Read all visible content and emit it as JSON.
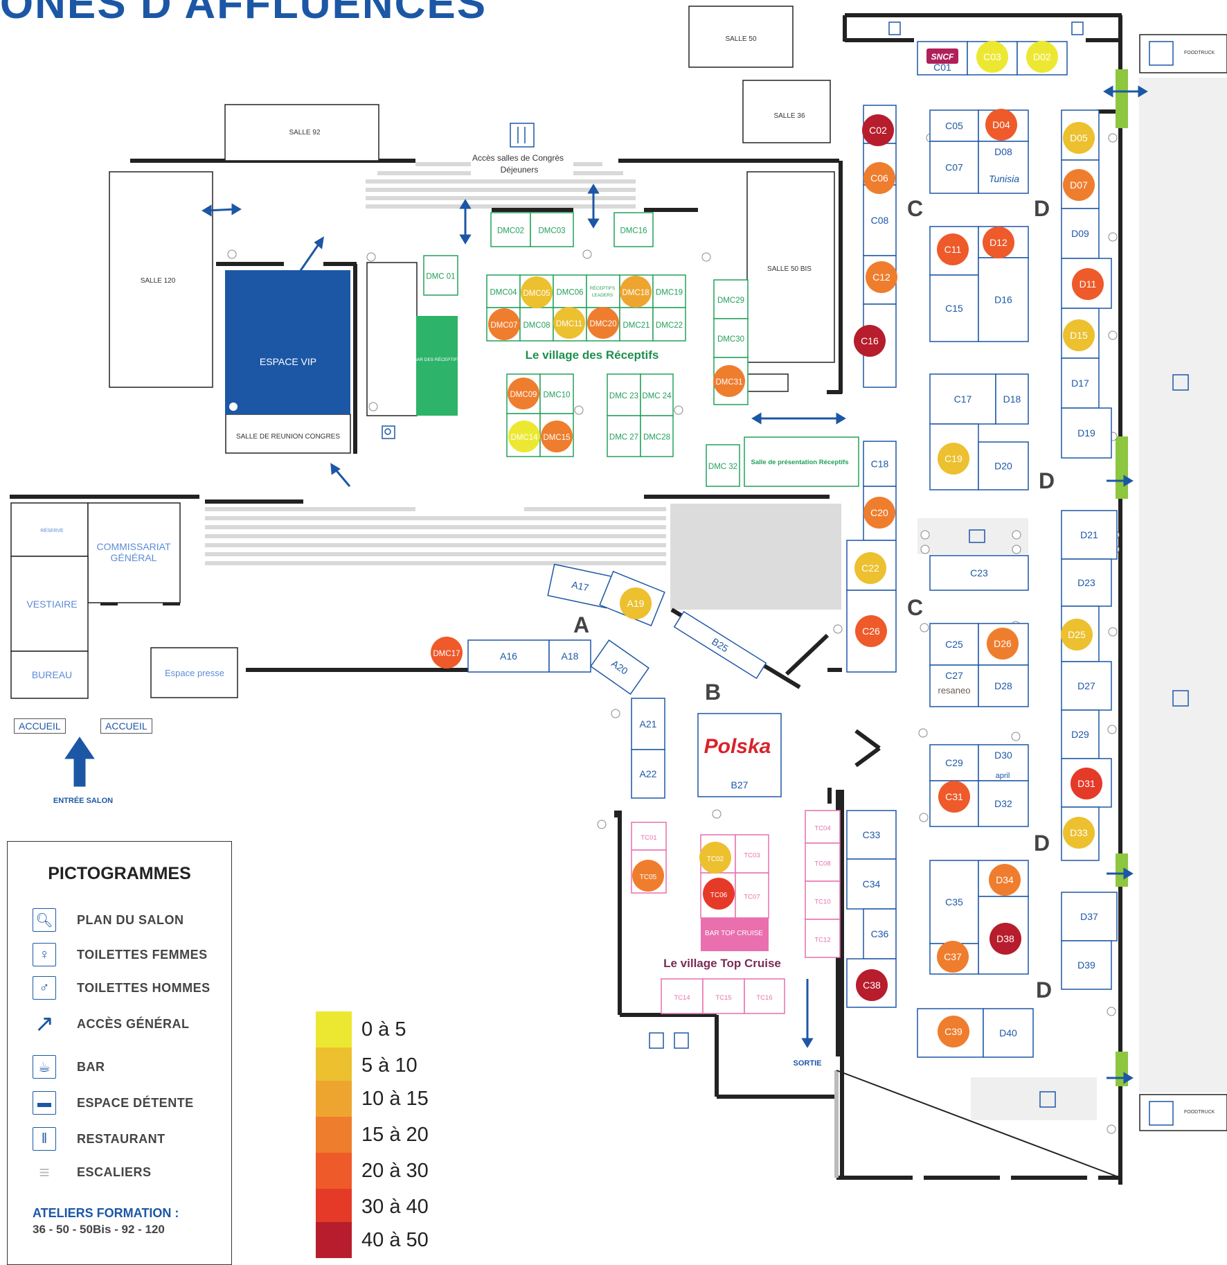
{
  "header": {
    "title": "ZONES D'AFFLUENCES"
  },
  "rooms": {
    "salle50": "SALLE 50",
    "salle36": "SALLE 36",
    "salle92": "SALLE 92",
    "salle120": "SALLE 120",
    "salle50bis": "SALLE 50 BIS",
    "vip": "ESPACE VIP",
    "reunion": "SALLE DE REUNION CONGRES",
    "reserve": "RÉSERVE",
    "commissariat": "COMMISSARIAT GÉNÉRAL",
    "vestiaire": "VESTIAIRE",
    "bureau": "BUREAU",
    "presse": "Espace presse",
    "bar_receptifs": "BAR DES RÉCEPTIFS",
    "acces_congres": "Accès salles de Congrès",
    "dejeuners": "Déjeuners",
    "presentation": "Salle de présentation Réceptifs",
    "receptifs_leaders": "RÉCEPTIFS LEADERS",
    "bar_top_cruise": "BAR TOP CRUISE",
    "foodtruck": "FOODTRUCK",
    "sortie": "SORTIE",
    "entree": "ENTRÉE SALON",
    "accueil": "ACCUEIL"
  },
  "villages": {
    "receptifs": "Le village des Réceptifs",
    "top_cruise": "Le village Top Cruise"
  },
  "zone_letters": {
    "A": "A",
    "B": "B",
    "C": "C",
    "D": "D"
  },
  "logos": {
    "sncf": "SNCF",
    "tunisia": "Tunisia",
    "resaneo": "resaneo",
    "april": "april",
    "polska": "Polska"
  },
  "booth_labels": {
    "A17": "A17",
    "A19": "A19",
    "A16": "A16",
    "A18": "A18",
    "A20": "A20",
    "A21": "A21",
    "A22": "A22",
    "B25": "B25",
    "B27": "B27",
    "C01": "C01",
    "C02": "C02",
    "C03": "C03",
    "D02": "D02",
    "C05": "C05",
    "D04": "D04",
    "D05": "D05",
    "C06": "C06",
    "C07": "C07",
    "D08": "D08",
    "D07": "D07",
    "C08": "C08",
    "D09": "D09",
    "C11": "C11",
    "D12": "D12",
    "C12": "C12",
    "C15": "C15",
    "D16": "D16",
    "D11": "D11",
    "D15": "D15",
    "C16": "C16",
    "C17": "C17",
    "D18": "D18",
    "D17": "D17",
    "D19": "D19",
    "C19": "C19",
    "D20": "D20",
    "C18": "C18",
    "C20": "C20",
    "D21": "D21",
    "C23": "C23",
    "D23": "D23",
    "C22": "C22",
    "C26": "C26",
    "C25": "C25",
    "D26": "D26",
    "D25": "D25",
    "C27": "C27",
    "D28": "D28",
    "D27": "D27",
    "C29": "C29",
    "D30": "D30",
    "D29": "D29",
    "C31": "C31",
    "D32": "D32",
    "D31": "D31",
    "D33": "D33",
    "C33": "C33",
    "C34": "C34",
    "C35": "C35",
    "D34": "D34",
    "D37": "D37",
    "C36": "C36",
    "D38": "D38",
    "C37": "C37",
    "D39": "D39",
    "C38": "C38",
    "C39": "C39",
    "D40": "D40",
    "DMC01": "DMC 01",
    "DMC02": "DMC02",
    "DMC03": "DMC03",
    "DMC16": "DMC16",
    "DMC04": "DMC04",
    "DMC05": "DMC05",
    "DMC06": "DMC06",
    "DMC18": "DMC18",
    "DMC19": "DMC19",
    "DMC07": "DMC07",
    "DMC08": "DMC08",
    "DMC11": "DMC11",
    "DMC20": "DMC20",
    "DMC21": "DMC21",
    "DMC22": "DMC22",
    "DMC09": "DMC09",
    "DMC10": "DMC10",
    "DMC23": "DMC 23",
    "DMC24": "DMC 24",
    "DMC14": "DMC14",
    "DMC15": "DMC15",
    "DMC27": "DMC 27",
    "DMC28": "DMC28",
    "DMC29": "DMC29",
    "DMC30": "DMC30",
    "DMC31": "DMC31",
    "DMC32": "DMC 32",
    "DMC17": "DMC17",
    "TC01": "TC01",
    "TC02": "TC02",
    "TC03": "TC03",
    "TC04": "TC04",
    "TC05": "TC05",
    "TC06": "TC06",
    "TC07": "TC07",
    "TC08": "TC08",
    "TC10": "TC10",
    "TC12": "TC12",
    "TC14": "TC14",
    "TC15": "TC15",
    "TC16": "TC16"
  },
  "colors": {
    "blue": "#1c57a5",
    "green": "#22a05a",
    "pink": "#e96fae",
    "bar_green": "#2db36a",
    "vip": "#1c57a5",
    "scale": [
      "#ece832",
      "#ecc02f",
      "#eea530",
      "#ef7d2e",
      "#ee5a2a",
      "#e53a28",
      "#b71d2c"
    ]
  },
  "scale_labels": [
    "0 à 5",
    "5 à 10",
    "10 à 15",
    "15 à 20",
    "20 à 30",
    "30 à 40",
    "40 à 50"
  ],
  "legend": {
    "title": "PICTOGRAMMES",
    "items": [
      {
        "icon": "magnifier-icon",
        "label": "PLAN DU SALON"
      },
      {
        "icon": "woman-icon",
        "label": "TOILETTES FEMMES"
      },
      {
        "icon": "man-icon",
        "label": "TOILETTES HOMMES"
      },
      {
        "icon": "arrow-icon",
        "label": "ACCÈS GÉNÉRAL"
      },
      {
        "icon": "cup-icon",
        "label": "BAR"
      },
      {
        "icon": "sofa-icon",
        "label": "ESPACE DÉTENTE"
      },
      {
        "icon": "fork-knife-icon",
        "label": "RESTAURANT"
      },
      {
        "icon": "stairs-icon",
        "label": "ESCALIERS"
      }
    ],
    "ateliers_title": "ATELIERS FORMATION :",
    "ateliers_value": "36 - 50 - 50Bis - 92 - 120"
  },
  "affluence": {
    "C03": 0,
    "D02": 0,
    "DMC14": 0,
    "D05": 1,
    "DMC05": 1,
    "DMC11": 1,
    "A19": 1,
    "C19": 1,
    "D15": 1,
    "D25": 1,
    "D33": 1,
    "TC02": 1,
    "C22": 1,
    "DMC18": 2,
    "C06": 3,
    "D07": 3,
    "C12": 3,
    "DMC09": 3,
    "DMC15": 3,
    "DMC20": 3,
    "DMC31": 3,
    "C20": 3,
    "D26": 3,
    "C37": 3,
    "C39": 3,
    "TC05": 3,
    "D34": 3,
    "DMC07": 3,
    "D04": 4,
    "C11": 4,
    "D12": 4,
    "D11": 4,
    "C26": 4,
    "C31": 4,
    "DMC17": 4,
    "D31": 5,
    "TC06": 5,
    "C02": 6,
    "C16": 6,
    "D38": 6,
    "C38": 6
  }
}
